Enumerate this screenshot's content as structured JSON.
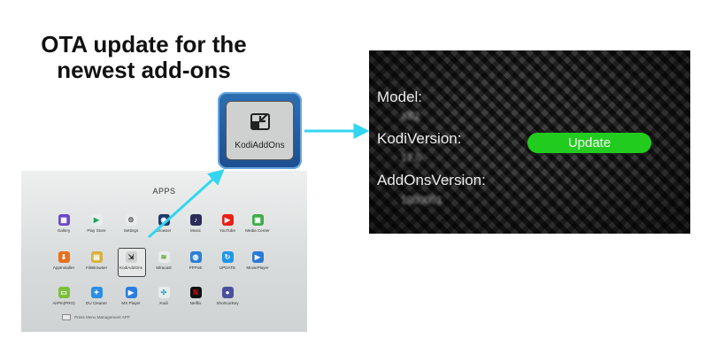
{
  "headline": {
    "line1": "OTA update for the",
    "line2": "newest add-ons"
  },
  "launcher": {
    "title": "APPS",
    "apps": [
      {
        "label": "Gallery",
        "icon": "gallery-icon",
        "color": "#6a4bc8",
        "glyph": "▦"
      },
      {
        "label": "Play Store",
        "icon": "play-store-icon",
        "color": "#e9ecec",
        "glyph": "▶",
        "glyphColor": "#1fa463"
      },
      {
        "label": "Settings",
        "icon": "settings-icon",
        "color": "#e9ecec",
        "glyph": "⚙",
        "glyphColor": "#555555"
      },
      {
        "label": "Browser",
        "icon": "browser-icon",
        "color": "#1f3d6b",
        "glyph": "◉"
      },
      {
        "label": "Music",
        "icon": "music-icon",
        "color": "#2c2c5a",
        "glyph": "♪"
      },
      {
        "label": "YouTube",
        "icon": "youtube-icon",
        "color": "#e62117",
        "glyph": "▶"
      },
      {
        "label": "Media Center",
        "icon": "media-center-icon",
        "color": "#3fae49",
        "glyph": "▣"
      },
      {
        "label": "AppInstaller",
        "icon": "app-installer-icon",
        "color": "#e8701c",
        "glyph": "⬇"
      },
      {
        "label": "FileBrowser",
        "icon": "file-browser-icon",
        "color": "#d8b23a",
        "glyph": "▤"
      },
      {
        "label": "KodiAddOns",
        "icon": "kodi-addons-icon",
        "color": "#d0d2d2",
        "glyph": "⇲",
        "glyphColor": "#222222"
      },
      {
        "label": "Miracast",
        "icon": "miracast-icon",
        "color": "#e9ecec",
        "glyph": "≋",
        "glyphColor": "#56a31d"
      },
      {
        "label": "PPPoE",
        "icon": "pppoe-icon",
        "color": "#2b7fd6",
        "glyph": "◍"
      },
      {
        "label": "UPDATE",
        "icon": "update-icon",
        "color": "#2196e8",
        "glyph": "↻"
      },
      {
        "label": "MoviePlayer",
        "icon": "movie-player-icon",
        "color": "#2a78d8",
        "glyph": "▶"
      },
      {
        "label": "AirPin(PRO)",
        "icon": "airpin-icon",
        "color": "#7cbf3a",
        "glyph": "▭"
      },
      {
        "label": "DU Cleaner",
        "icon": "du-cleaner-icon",
        "color": "#2a8fe6",
        "glyph": "✦"
      },
      {
        "label": "MX Player",
        "icon": "mx-player-icon",
        "color": "#2e7de0",
        "glyph": "▶"
      },
      {
        "label": "Kodi",
        "icon": "kodi-icon",
        "color": "#e9ecec",
        "glyph": "✣",
        "glyphColor": "#17a0d6"
      },
      {
        "label": "Netflix",
        "icon": "netflix-icon",
        "color": "#111111",
        "glyph": "N",
        "glyphColor": "#e50914"
      },
      {
        "label": "ShortcutKey",
        "icon": "shortcut-key-icon",
        "color": "#4b4f9c",
        "glyph": "●"
      }
    ],
    "footer": "Press Menu Management APP"
  },
  "tile": {
    "label": "KodiAddOns",
    "icon": "kodi-addons-icon"
  },
  "panel": {
    "model_label": "Model:",
    "model_value": "X82",
    "kodi_label": "KodiVersion:",
    "kodi_value": "17.0",
    "addons_label": "AddOnsVersion:",
    "addons_value": "1000001",
    "update_label": "Update"
  },
  "colors": {
    "arrow": "#33d6f0",
    "update_button": "#22cc1f",
    "tile_border": "#2d6fb3"
  }
}
